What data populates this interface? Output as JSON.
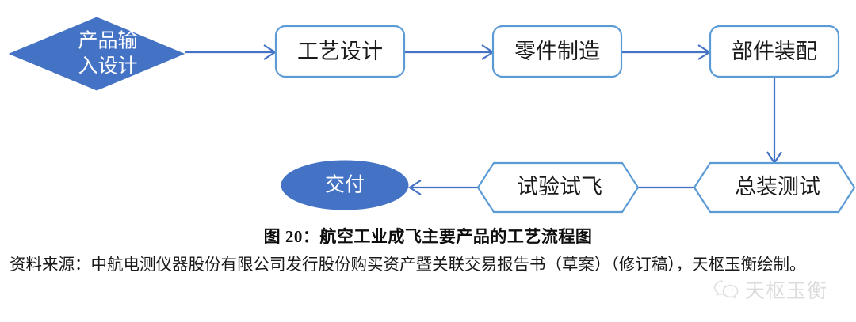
{
  "figure": {
    "type": "process-flow-diagram",
    "colors": {
      "accent_fill": "#4472C4",
      "shape_stroke": "#5B9BD5",
      "connector": "#4472C4",
      "box_fill": "#FFFFFF",
      "text_dark": "#1A1A1A",
      "text_light": "#FFFFFF"
    },
    "nodes": [
      {
        "id": "input-design",
        "label": "产品输\n入设计",
        "line1": "产品输",
        "line2": "入设计",
        "shape": "diamond",
        "style": "filled"
      },
      {
        "id": "process-design",
        "label": "工艺设计",
        "shape": "rounded-rect",
        "style": "outline"
      },
      {
        "id": "part-manufacture",
        "label": "零件制造",
        "shape": "rounded-rect",
        "style": "outline"
      },
      {
        "id": "component-assembly",
        "label": "部件装配",
        "shape": "rounded-rect",
        "style": "outline"
      },
      {
        "id": "final-assembly-test",
        "label": "总装测试",
        "shape": "hexagon",
        "style": "outline"
      },
      {
        "id": "test-flight",
        "label": "试验试飞",
        "shape": "hexagon",
        "style": "outline"
      },
      {
        "id": "delivery",
        "label": "交付",
        "shape": "ellipse",
        "style": "filled"
      }
    ],
    "edges": [
      {
        "from": "input-design",
        "to": "process-design",
        "direction": "right"
      },
      {
        "from": "process-design",
        "to": "part-manufacture",
        "direction": "right"
      },
      {
        "from": "part-manufacture",
        "to": "component-assembly",
        "direction": "right"
      },
      {
        "from": "component-assembly",
        "to": "final-assembly-test",
        "direction": "down"
      },
      {
        "from": "final-assembly-test",
        "to": "test-flight",
        "direction": "left"
      },
      {
        "from": "test-flight",
        "to": "delivery",
        "direction": "left"
      }
    ]
  },
  "caption": "图 20：航空工业成飞主要产品的工艺流程图",
  "source_note": "资料来源：中航电测仪器股份有限公司发行股份购买资产暨关联交易报告书（草案）（修订稿），天枢玉衡绘制。",
  "watermark": {
    "icon": "wechat-icon",
    "text": "天枢玉衡"
  }
}
